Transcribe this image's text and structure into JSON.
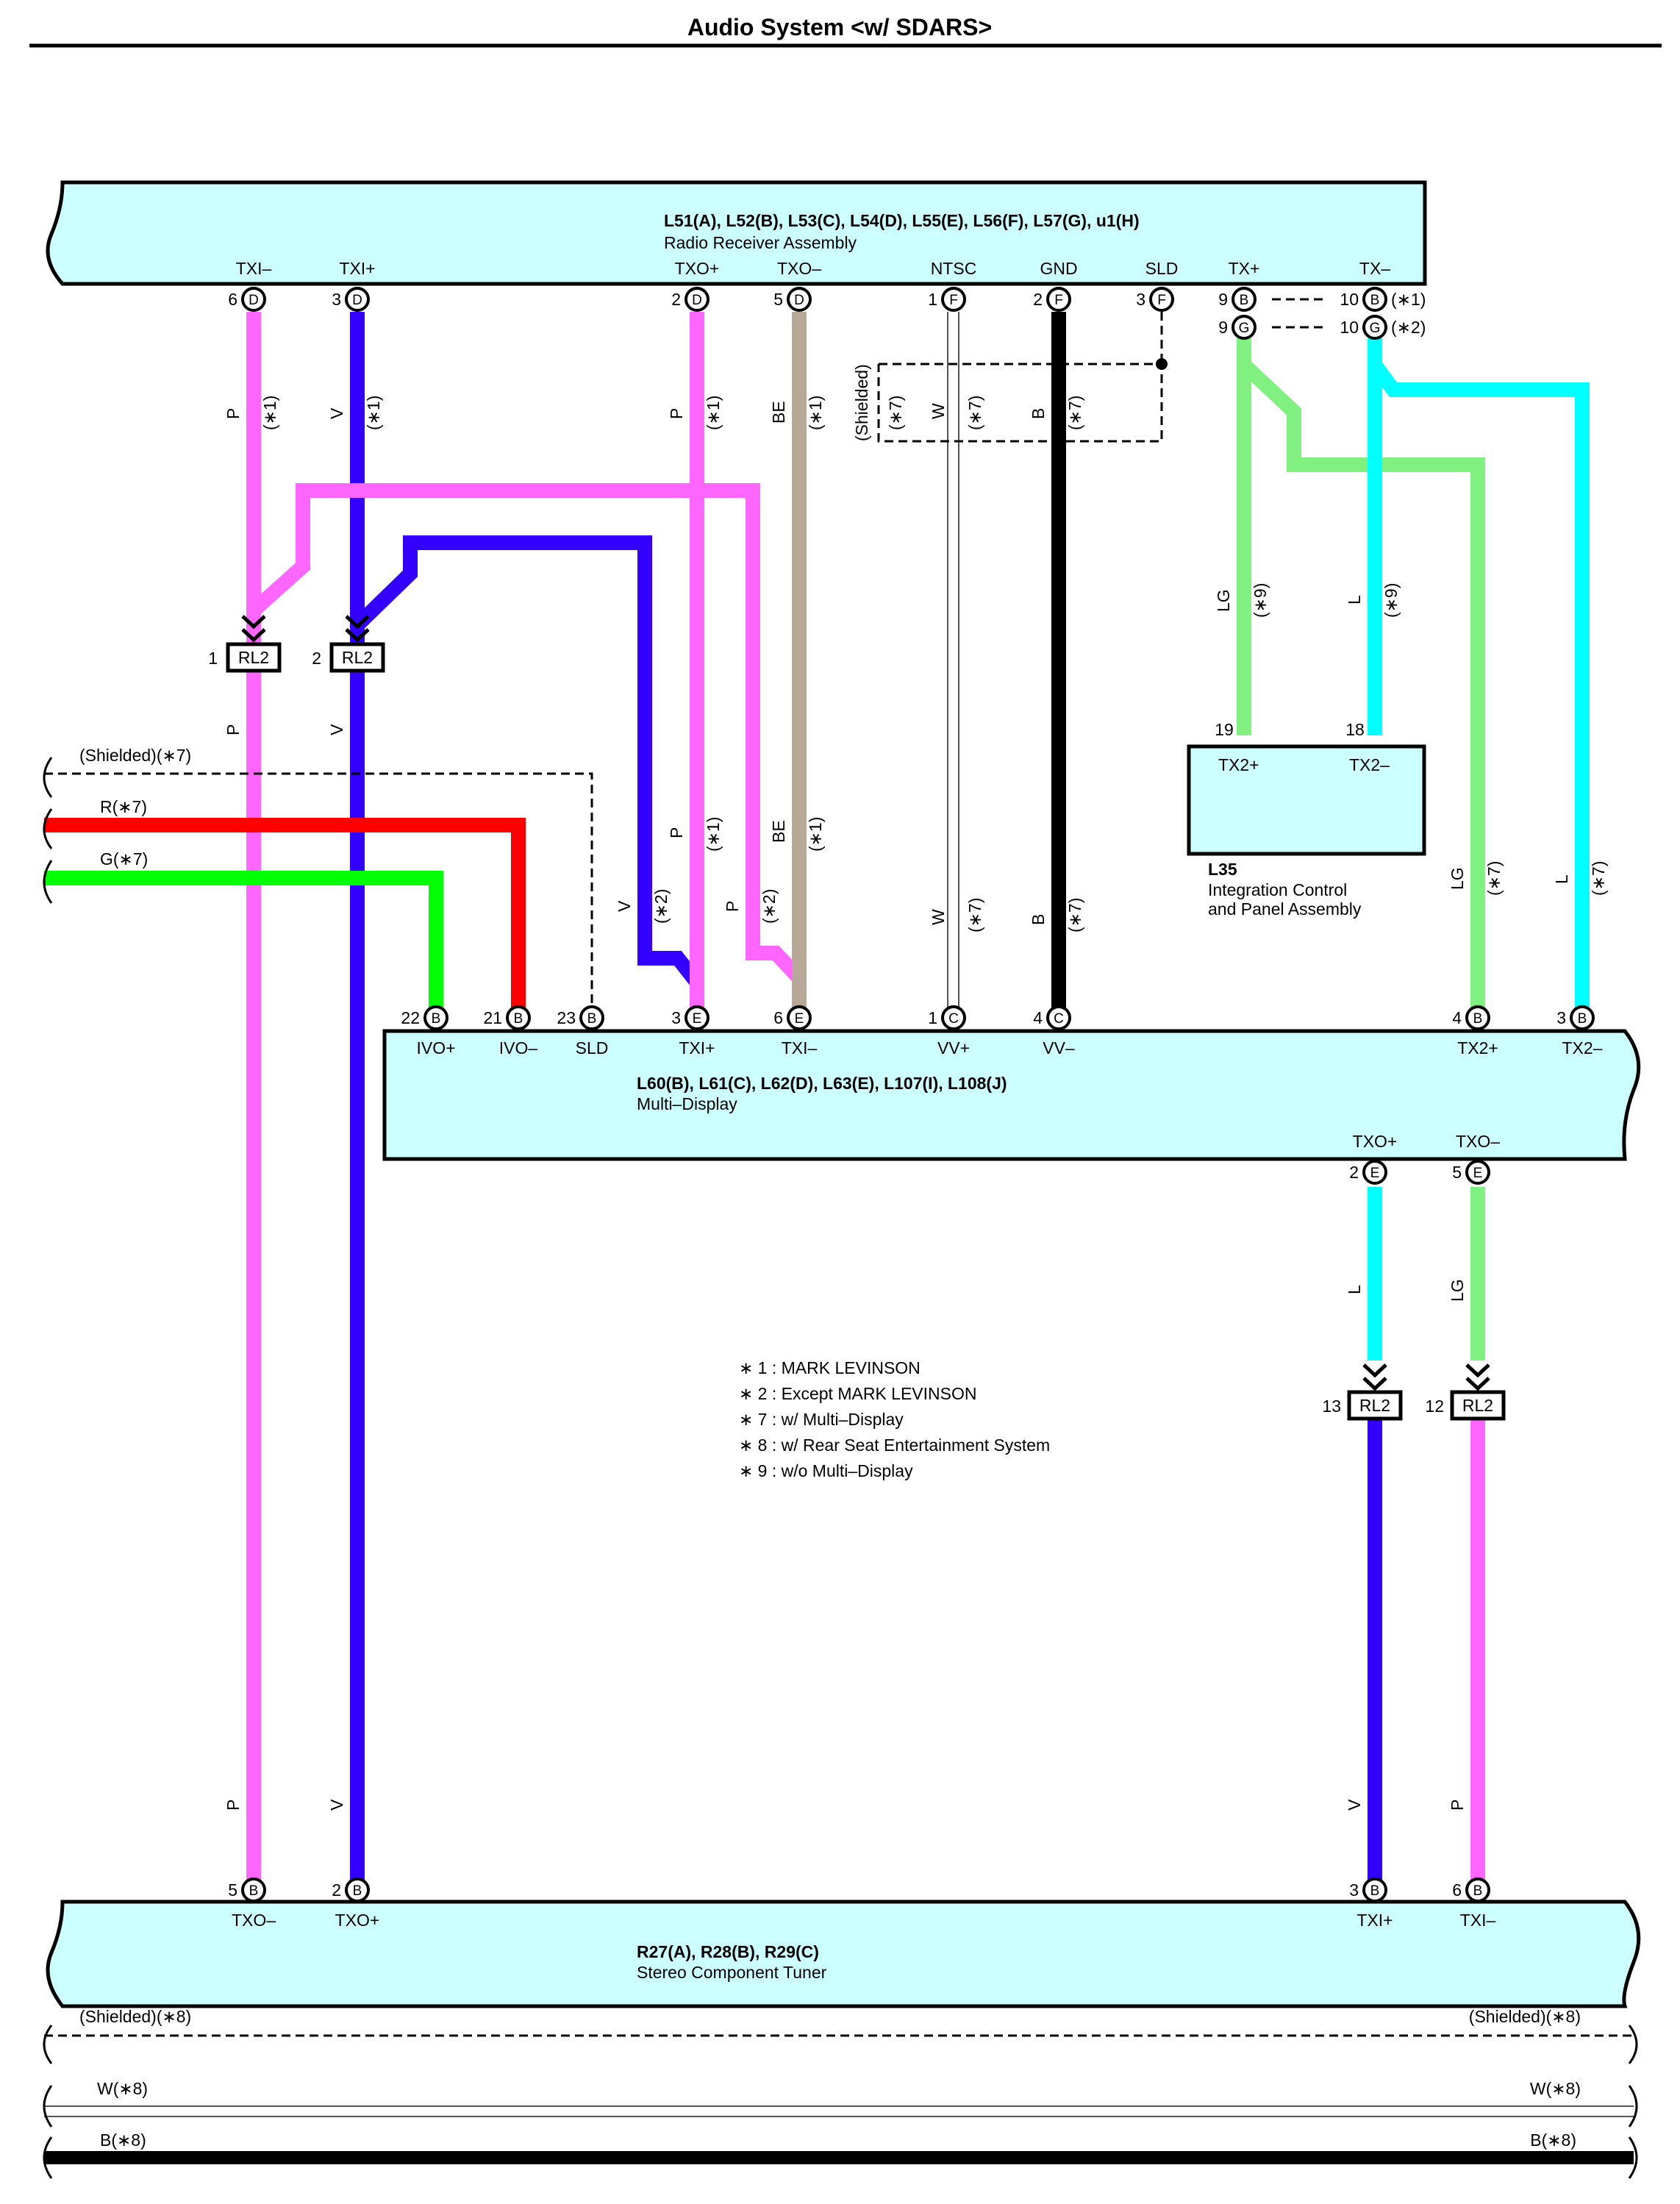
{
  "title": "Audio System <w/ SDARS>",
  "colors": {
    "box": "#ccffff",
    "pink": "#ff66ff",
    "violet": "#3300ff",
    "beige": "#b8a898",
    "black": "#000000",
    "lightgreen": "#80f080",
    "cyan": "#00ffff",
    "red": "#ff0000",
    "green": "#00ff00"
  },
  "radio": {
    "connectors": "L51(A), L52(B), L53(C), L54(D), L55(E), L56(F), L57(G), u1(H)",
    "name": "Radio Receiver Assembly",
    "terms": {
      "txi_minus": "TXI–",
      "txi_plus": "TXI+",
      "txo_plus": "TXO+",
      "txo_minus": "TXO–",
      "ntsc": "NTSC",
      "gnd": "GND",
      "sld": "SLD",
      "tx_plus": "TX+",
      "tx_minus": "TX–"
    },
    "pins": {
      "p6": "6",
      "p3": "3",
      "p2a": "2",
      "p5": "5",
      "p1": "1",
      "p2b": "2",
      "p3b": "3",
      "p9a": "9",
      "p9b": "9",
      "p10a": "10",
      "p10b": "10"
    },
    "letters": {
      "d": "D",
      "f": "F",
      "b": "B",
      "g": "G"
    },
    "notes": {
      "n1": "(∗1)",
      "n2": "(∗2)"
    }
  },
  "multi": {
    "connectors": "L60(B), L61(C), L62(D), L63(E), L107(I), L108(J)",
    "name": "Multi–Display",
    "terms": {
      "ivo_plus": "IVO+",
      "ivo_minus": "IVO–",
      "sld": "SLD",
      "txi_plus": "TXI+",
      "txi_minus": "TXI–",
      "vv_plus": "VV+",
      "vv_minus": "VV–",
      "tx2_plus": "TX2+",
      "tx2_minus": "TX2–",
      "txo_plus": "TXO+",
      "txo_minus": "TXO–"
    },
    "pins": {
      "p22": "22",
      "p21": "21",
      "p23": "23",
      "p3": "3",
      "p6": "6",
      "p1": "1",
      "p4": "4",
      "p4b": "4",
      "p3b": "3",
      "p2": "2",
      "p5": "5"
    },
    "letters": {
      "b": "B",
      "e": "E",
      "c": "C"
    }
  },
  "l35": {
    "code": "L35",
    "name1": "Integration Control",
    "name2": "and Panel Assembly",
    "tx2_plus": "TX2+",
    "tx2_minus": "TX2–",
    "pin19": "19",
    "pin18": "18"
  },
  "tuner": {
    "connectors": "R27(A), R28(B), R29(C)",
    "name": "Stereo Component Tuner",
    "terms": {
      "txo_minus": "TXO–",
      "txo_plus": "TXO+",
      "txi_plus": "TXI+",
      "txi_minus": "TXI–"
    },
    "pins": {
      "p5": "5",
      "p2": "2",
      "p3": "3",
      "p6": "6"
    },
    "letter": "B"
  },
  "junctions": {
    "name": "RL2",
    "p1": "1",
    "p2": "2",
    "p13": "13",
    "p12": "12"
  },
  "wires": {
    "p": "P",
    "v": "V",
    "be": "BE",
    "w": "W",
    "b": "B",
    "lg": "LG",
    "l": "L",
    "n1": "(∗1)",
    "n2": "(∗2)",
    "n7": "(∗7)",
    "n9": "(∗9)",
    "shielded": "(Shielded)",
    "shielded7": "(Shielded)(∗7)",
    "r7": "R(∗7)",
    "g7": "G(∗7)",
    "shielded8": "(Shielded)(∗8)",
    "w8": "W(∗8)",
    "b8": "B(∗8)"
  },
  "legend": [
    "∗ 1 : MARK LEVINSON",
    "∗ 2 : Except MARK LEVINSON",
    "∗ 7 : w/ Multi–Display",
    "∗ 8 : w/ Rear Seat Entertainment System",
    "∗ 9 : w/o Multi–Display"
  ]
}
